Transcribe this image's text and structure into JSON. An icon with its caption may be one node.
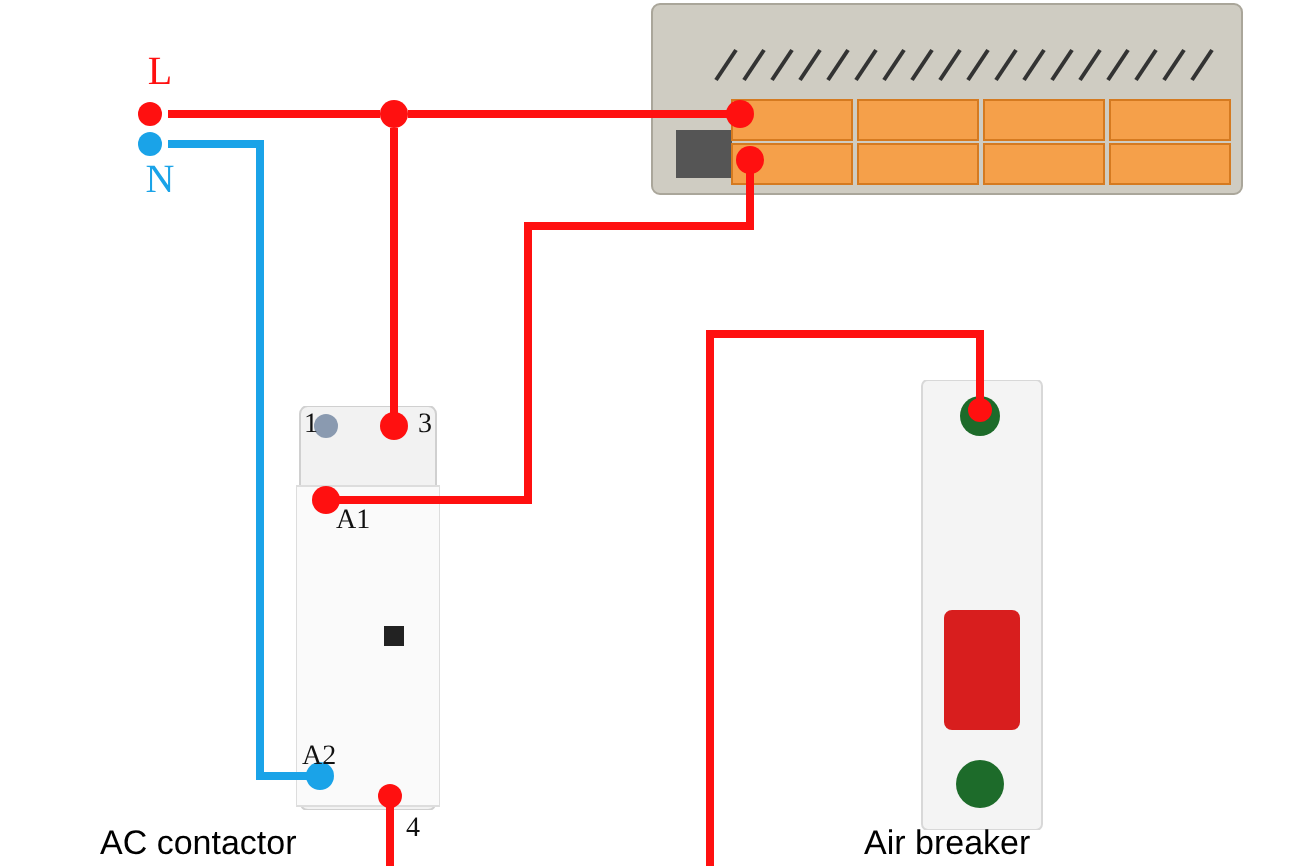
{
  "diagram": {
    "nodes": [
      {
        "text": [
          "L"
        ]
      },
      {
        "text": [
          "N"
        ]
      },
      {
        "text": [],
        "shape": "picture"
      },
      {
        "text": [],
        "shape": "picture",
        "beside": [
          "AC contactor"
        ]
      },
      {
        "text": [],
        "shape": "picture",
        "beside": [
          "Air breaker"
        ]
      },
      {
        "text": [],
        "shape": "circle"
      }
    ],
    "edges": [
      {
        "from": 0,
        "to": 5,
        "arrow": "none"
      },
      {
        "from": 5,
        "to": 2,
        "arrow": "none"
      },
      {
        "from": 5,
        "to": 3,
        "arrow": "none"
      },
      {
        "from": 2,
        "to": 3,
        "arrow": "none"
      },
      {
        "from": 1,
        "to": 3,
        "arrow": "none",
        "color": "#1aa3e8"
      },
      {
        "from": 3,
        "to": null,
        "arrow": "none"
      },
      {
        "from": 4,
        "to": null,
        "arrow": "none"
      }
    ],
    "labels": [
      "1",
      "3",
      "A1",
      "A2",
      "4"
    ]
  }
}
